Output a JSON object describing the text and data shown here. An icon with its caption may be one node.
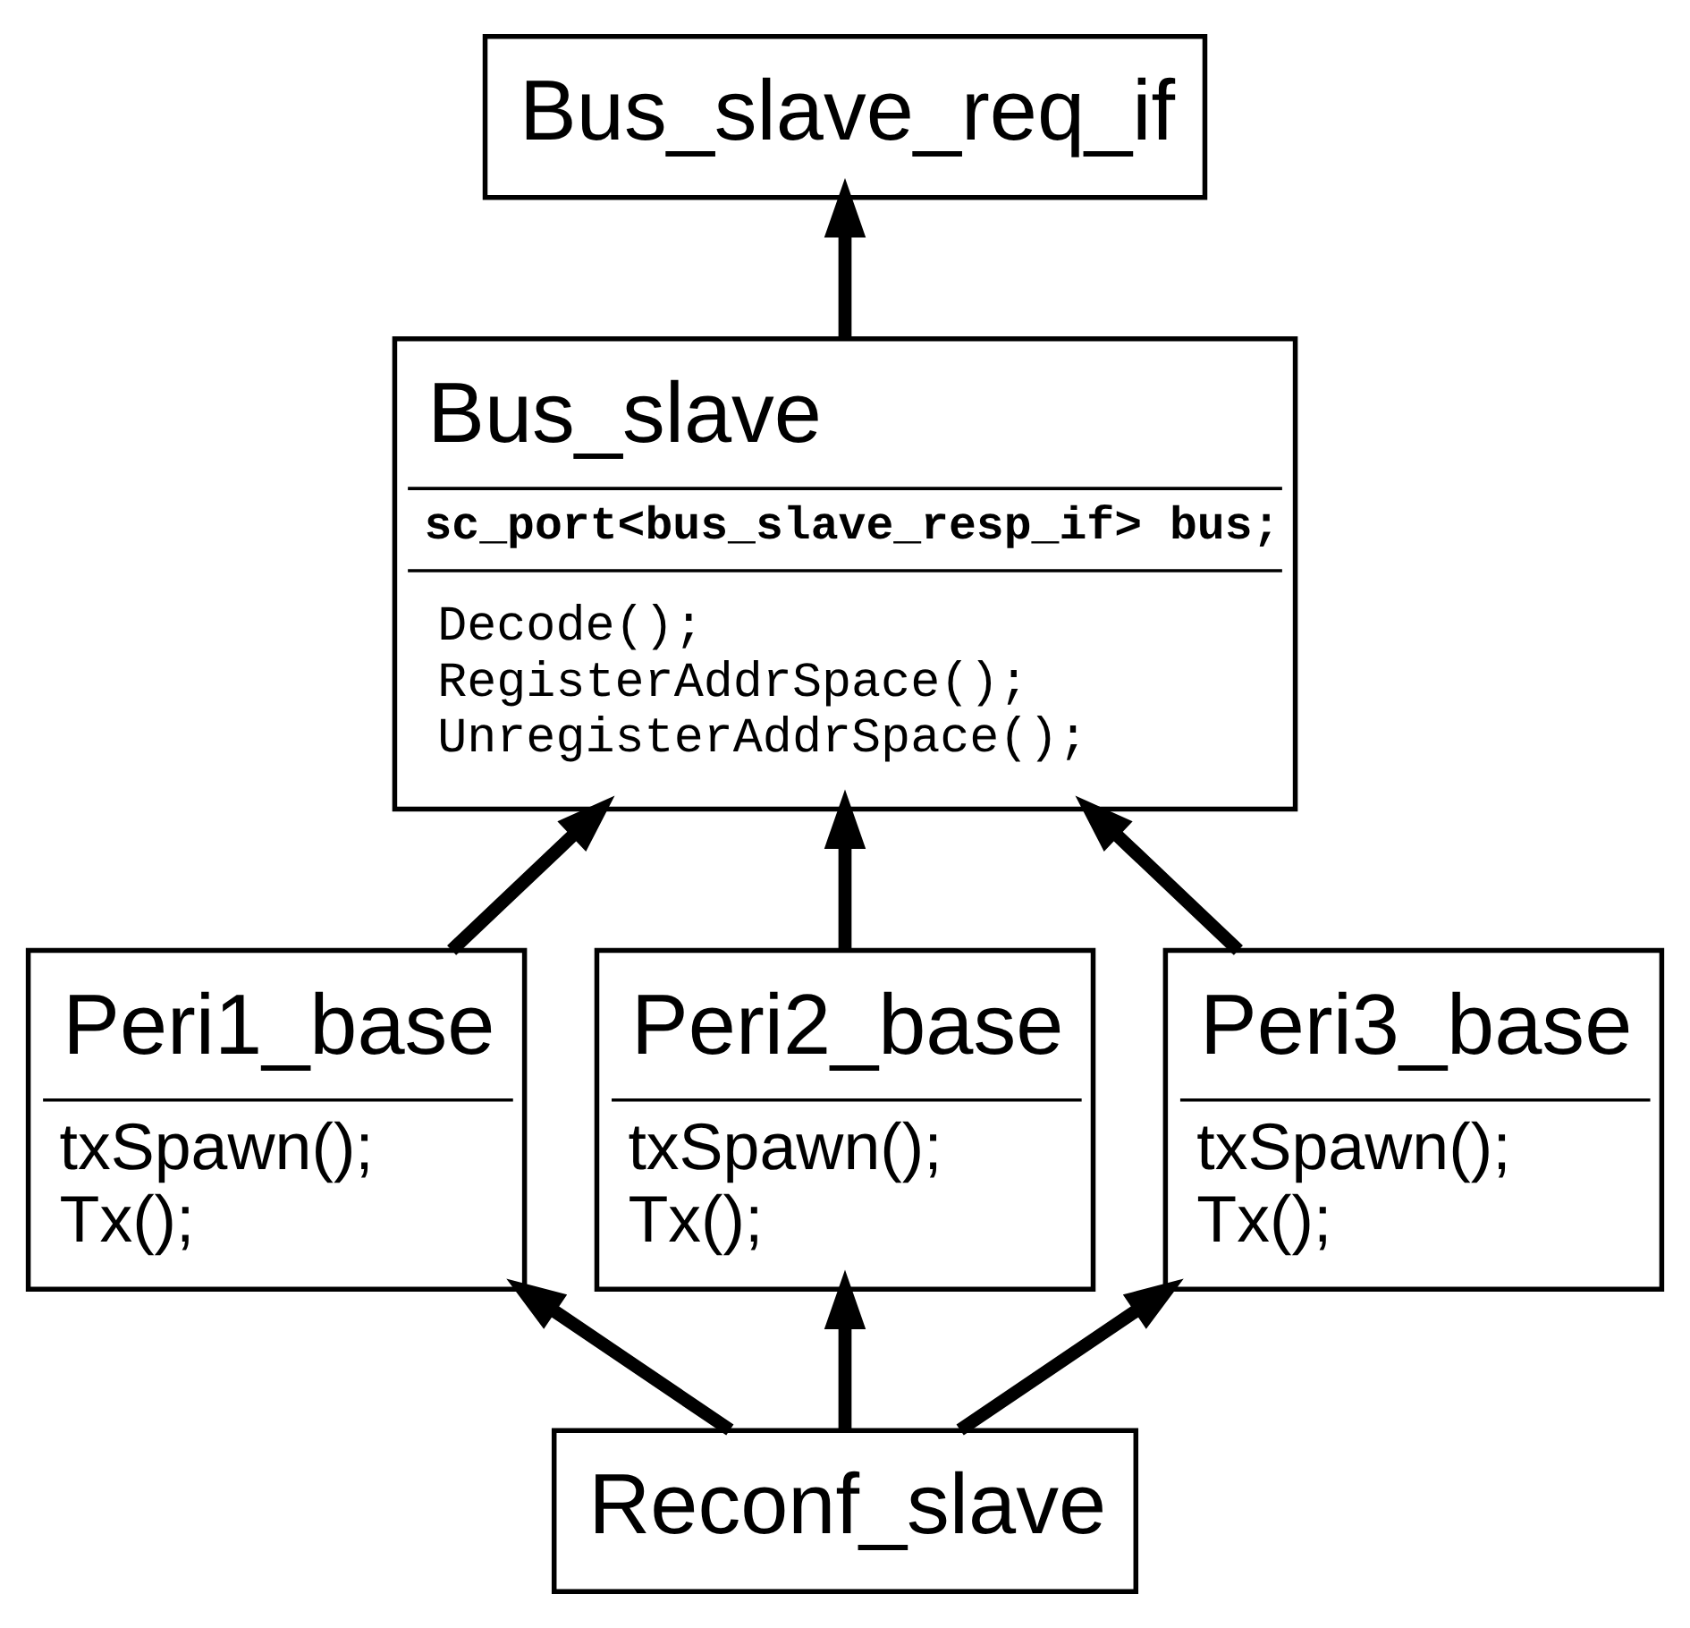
{
  "diagram": {
    "nodes": [
      {
        "text": [
          "Bus_slave_req_if"
        ]
      },
      {
        "text": [
          "Bus_slave",
          "sc_port<bus_slave_resp_if> bus;",
          "Decode();",
          "RegisterAddrSpace();",
          "UnregisterAddrSpace();"
        ]
      },
      {
        "text": [
          "Peri1_base",
          "txSpawn();",
          "Tx();"
        ]
      },
      {
        "text": [
          "Peri2_base",
          "txSpawn();",
          "Tx();"
        ]
      },
      {
        "text": [
          "Peri3_base",
          "txSpawn();",
          "Tx();"
        ]
      },
      {
        "text": [
          "Reconf_slave"
        ]
      }
    ],
    "edges": [
      {
        "from": 1,
        "to": 0,
        "arrow": "to"
      },
      {
        "from": 2,
        "to": 1,
        "arrow": "to"
      },
      {
        "from": 3,
        "to": 1,
        "arrow": "to"
      },
      {
        "from": 4,
        "to": 1,
        "arrow": "to"
      },
      {
        "from": 5,
        "to": 2,
        "arrow": "to"
      },
      {
        "from": 5,
        "to": 3,
        "arrow": "to"
      },
      {
        "from": 5,
        "to": 4,
        "arrow": "to"
      }
    ]
  }
}
